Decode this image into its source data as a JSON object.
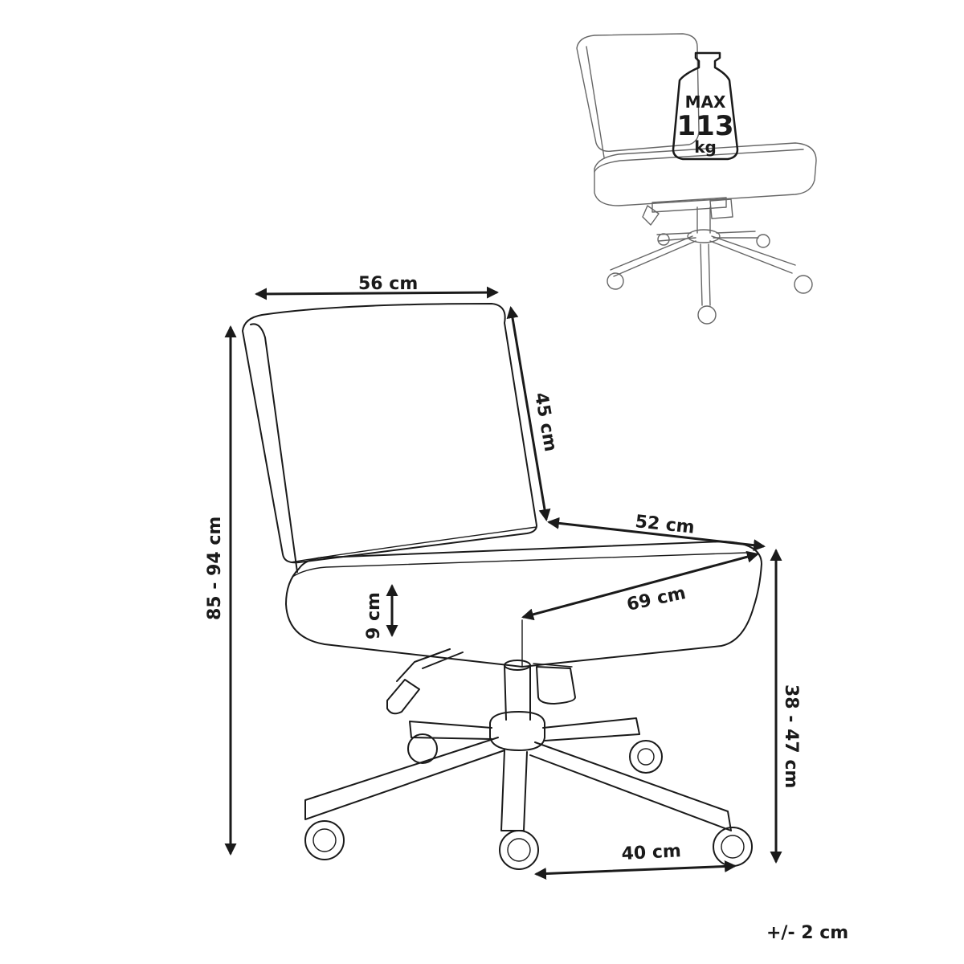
{
  "dimensions": {
    "width": "56 cm",
    "backrest_height": "45 cm",
    "seat_depth": "52 cm",
    "diagonal_depth": "69 cm",
    "seat_thickness": "9 cm",
    "total_height": "85 - 94 cm",
    "seat_height": "38 - 47 cm",
    "wheel_spacing": "40 cm"
  },
  "weight_limit": {
    "line1": "MAX",
    "line2": "113",
    "line3": "kg"
  },
  "tolerance": "+/- 2 cm",
  "colors": {
    "line": "#1a1a1a",
    "faint_line": "#666666",
    "background": "#ffffff"
  },
  "icons": [
    "office-chair-drawing",
    "weight-icon",
    "small-chair-drawing"
  ]
}
